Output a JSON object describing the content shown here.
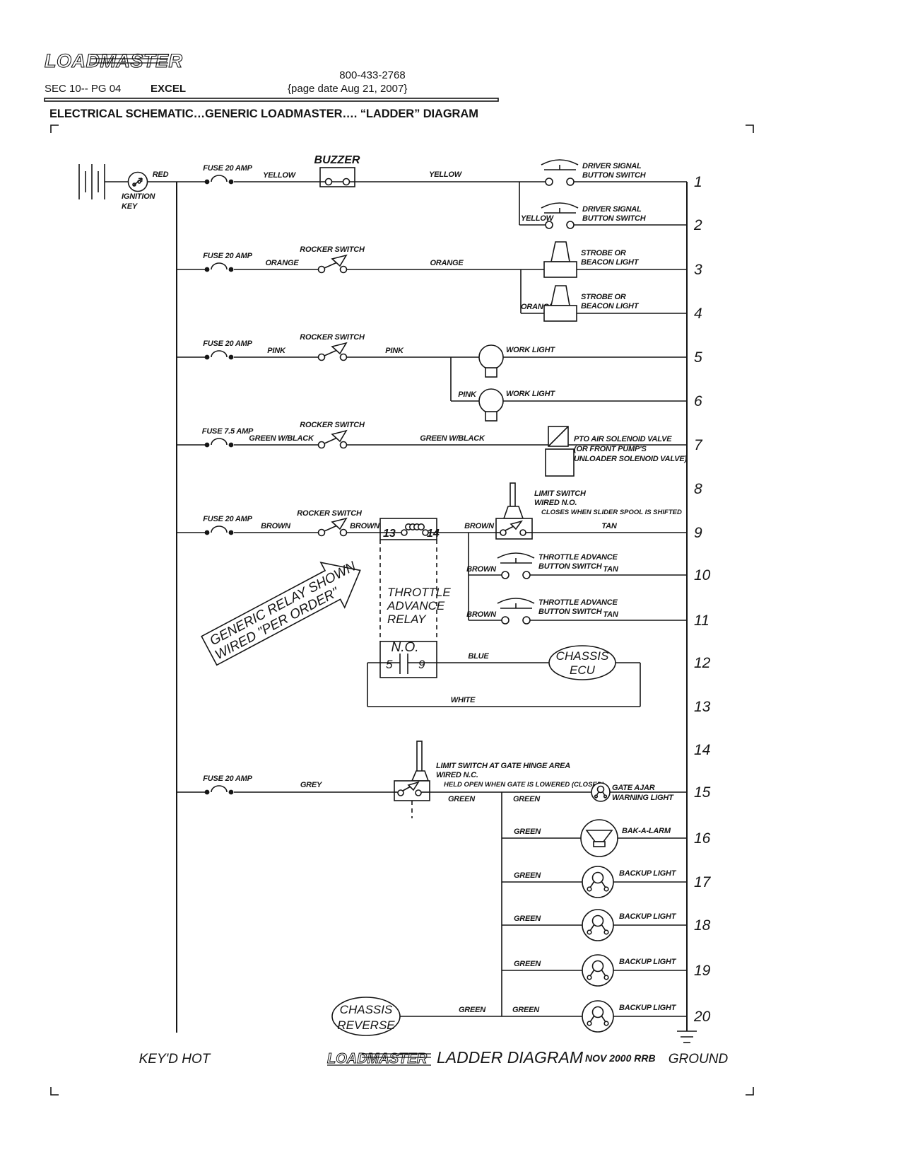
{
  "header": {
    "logo": "LOADMASTER",
    "phone": "800-433-2768",
    "section": "SEC 10-- PG 04",
    "model": "EXCEL",
    "page_date": "{page date Aug 21, 2007}",
    "title": "ELECTRICAL SCHEMATIC…GENERIC LOADMASTER…. “LADDER” DIAGRAM"
  },
  "source": {
    "wire": "RED",
    "key1": "IGNITION",
    "key2": "KEY"
  },
  "rungs": {
    "r1": {
      "fuse": "FUSE 20 AMP",
      "wire1": "YELLOW",
      "buzzer": "BUZZER",
      "wire2": "YELLOW",
      "switch1": "DRIVER SIGNAL",
      "switch2": "BUTTON SWITCH"
    },
    "r2": {
      "wire": "YELLOW",
      "switch1": "DRIVER SIGNAL",
      "switch2": "BUTTON SWITCH"
    },
    "r3": {
      "fuse": "FUSE 20 AMP",
      "wire1": "ORANGE",
      "rocker": "ROCKER SWITCH",
      "wire2": "ORANGE",
      "light1": "STROBE OR",
      "light2": "BEACON LIGHT"
    },
    "r4": {
      "wire": "ORANGE",
      "light1": "STROBE OR",
      "light2": "BEACON LIGHT"
    },
    "r5": {
      "fuse": "FUSE 20 AMP",
      "wire1": "PINK",
      "rocker": "ROCKER SWITCH",
      "wire2": "PINK",
      "light": "WORK LIGHT"
    },
    "r6": {
      "wire": "PINK",
      "light": "WORK LIGHT"
    },
    "r7": {
      "fuse": "FUSE 7.5 AMP",
      "wire1": "GREEN W/BLACK",
      "rocker": "ROCKER SWITCH",
      "wire2": "GREEN W/BLACK",
      "valve1": "PTO AIR SOLENOID VALVE",
      "valve2": "(OR FRONT PUMP'S",
      "valve3": "UNLOADER SOLENOID VALVE)"
    },
    "r9": {
      "fuse": "FUSE 20 AMP",
      "wire1": "BROWN",
      "rocker": "ROCKER SWITCH",
      "wire2": "BROWN",
      "coil_t1": "13",
      "coil_t2": "14",
      "wire3": "BROWN",
      "ls1": "LIMIT SWITCH",
      "ls2": "WIRED N.O.",
      "ls3": "CLOSES WHEN SLIDER SPOOL IS SHIFTED",
      "wire4": "TAN"
    },
    "r10": {
      "wire1": "BROWN",
      "switch1": "THROTTLE ADVANCE",
      "switch2": "BUTTON SWITCH",
      "wire2": "TAN"
    },
    "r11": {
      "wire1": "BROWN",
      "switch1": "THROTTLE ADVANCE",
      "switch2": "BUTTON SWITCH",
      "wire2": "TAN"
    },
    "r12": {
      "wire": "BLUE",
      "ecu1": "CHASSIS",
      "ecu2": "ECU"
    },
    "r13": {
      "wire": "WHITE"
    },
    "r15": {
      "fuse": "FUSE 20 AMP",
      "wire1": "GREY",
      "ls1": "LIMIT SWITCH AT GATE HINGE AREA",
      "ls2": "WIRED N.C.",
      "ls3": "HELD OPEN WHEN GATE IS LOWERED (CLOSED)",
      "wire2": "GREEN",
      "wire3": "GREEN",
      "light1": "GATE AJAR",
      "light2": "WARNING LIGHT"
    },
    "r16": {
      "wire": "GREEN",
      "device": "BAK-A-LARM"
    },
    "r17": {
      "wire": "GREEN",
      "device": "BACKUP LIGHT"
    },
    "r18": {
      "wire": "GREEN",
      "device": "BACKUP LIGHT"
    },
    "r19": {
      "wire": "GREEN",
      "device": "BACKUP LIGHT"
    },
    "r20": {
      "source1": "CHASSIS",
      "source2": "REVERSE",
      "wire1": "GREEN",
      "wire2": "GREEN",
      "device": "BACKUP LIGHT"
    }
  },
  "relay": {
    "note1": "GENERIC RELAY SHOWN",
    "note2": "WIRED \"PER ORDER\"",
    "box1": "THROTTLE",
    "box2": "ADVANCE",
    "box3": "RELAY",
    "contact": "N.O.",
    "t1": "5",
    "t2": "9"
  },
  "rung_numbers": [
    "1",
    "2",
    "3",
    "4",
    "5",
    "6",
    "7",
    "8",
    "9",
    "10",
    "11",
    "12",
    "13",
    "14",
    "15",
    "16",
    "17",
    "18",
    "19",
    "20"
  ],
  "footer": {
    "keyd_hot": "KEY'D HOT",
    "logo": "LOADMASTER",
    "title": "LADDER DIAGRAM",
    "rev": "NOV 2000 RRB",
    "ground": "GROUND"
  }
}
